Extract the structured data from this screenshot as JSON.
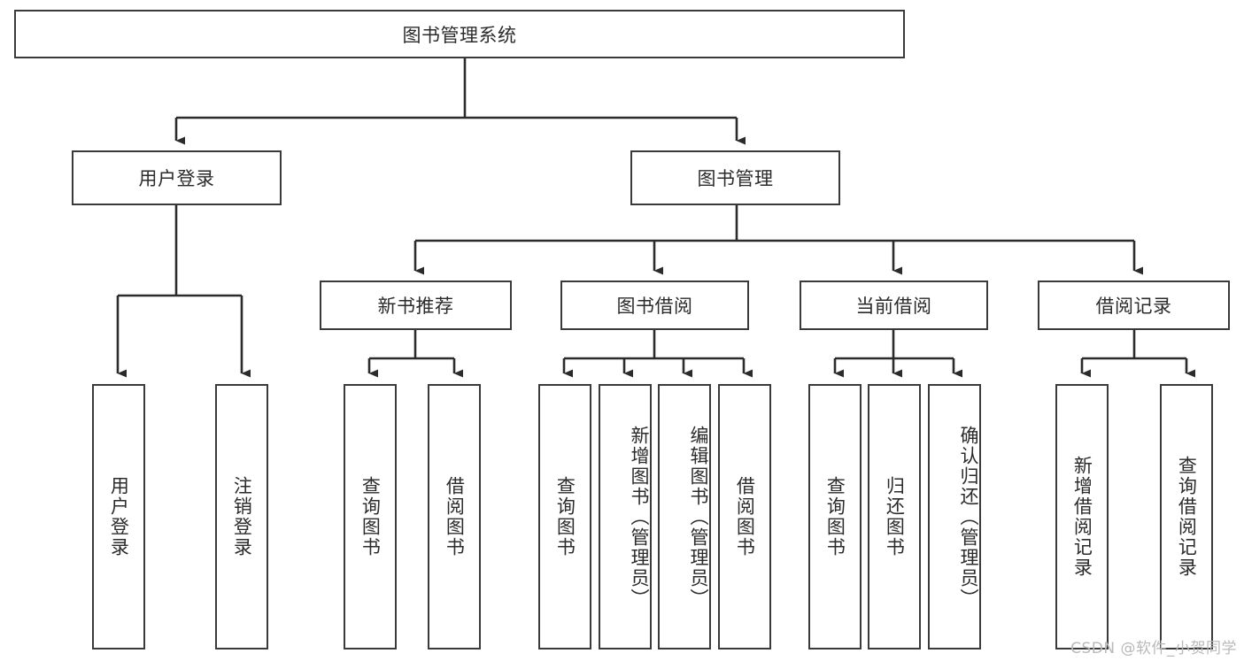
{
  "diagram": {
    "type": "tree-hierarchy",
    "title": "图书管理系统",
    "root": {
      "label": "图书管理系统"
    },
    "level1": [
      {
        "label": "用户登录"
      },
      {
        "label": "图书管理"
      }
    ],
    "level2": [
      {
        "label": "新书推荐"
      },
      {
        "label": "图书借阅"
      },
      {
        "label": "当前借阅"
      },
      {
        "label": "借阅记录"
      }
    ],
    "leaves": {
      "user_login": [
        {
          "label": "用户登录"
        },
        {
          "label": "注销登录"
        }
      ],
      "new_book_recommend": [
        {
          "label": "查询图书"
        },
        {
          "label": "借阅图书"
        }
      ],
      "book_borrow": [
        {
          "label": "查询图书"
        },
        {
          "label": "新增图书（管理员）"
        },
        {
          "label": "编辑图书（管理员）"
        },
        {
          "label": "借阅图书"
        }
      ],
      "current_borrow": [
        {
          "label": "查询图书"
        },
        {
          "label": "归还图书"
        },
        {
          "label": "确认归还（管理员）"
        }
      ],
      "borrow_record": [
        {
          "label": "新增借阅记录"
        },
        {
          "label": "查询借阅记录"
        }
      ]
    }
  },
  "watermark": {
    "text": "CSDN @软件_小贺同学"
  },
  "colors": {
    "stroke": "#3a3a3a",
    "fill": "#ffffff",
    "text": "#2b2b2b",
    "watermark": "#b9b9b9"
  }
}
